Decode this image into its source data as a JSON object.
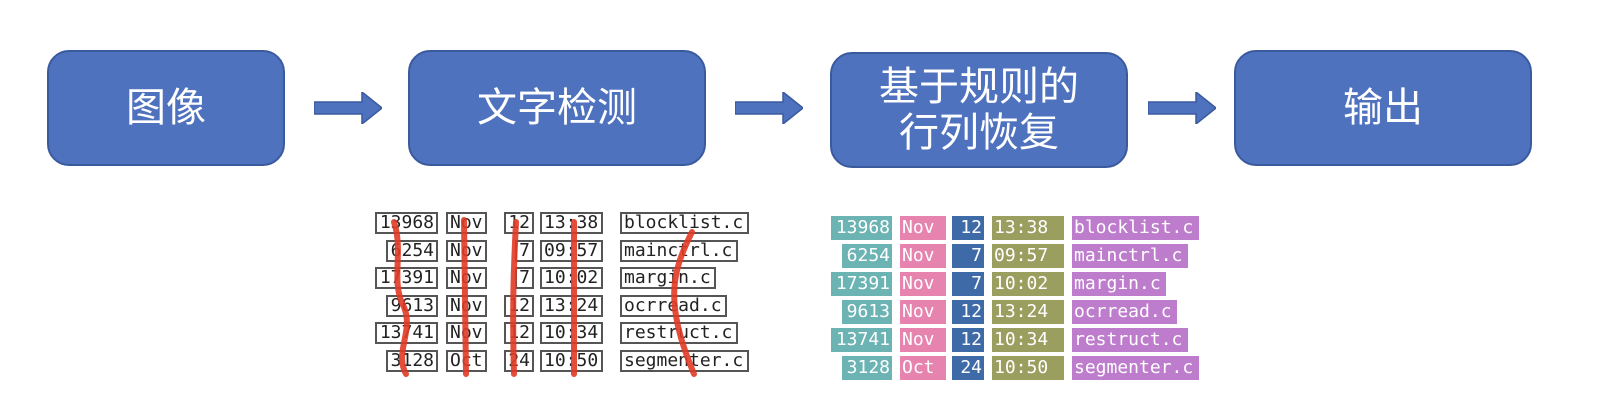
{
  "flow": {
    "steps": [
      {
        "lines": [
          "图像"
        ]
      },
      {
        "lines": [
          "文字检测"
        ]
      },
      {
        "lines": [
          "基于规则的",
          "行列恢复"
        ]
      },
      {
        "lines": [
          "输出"
        ]
      }
    ]
  },
  "table": {
    "rows": [
      [
        "13968",
        "Nov",
        "12",
        "13:38",
        "blocklist.c"
      ],
      [
        "6254",
        "Nov",
        "7",
        "09:57",
        "mainctrl.c"
      ],
      [
        "17391",
        "Nov",
        "7",
        "10:02",
        "margin.c"
      ],
      [
        "9613",
        "Nov",
        "12",
        "13:24",
        "ocrread.c"
      ],
      [
        "13741",
        "Nov",
        "12",
        "10:34",
        "restruct.c"
      ],
      [
        "3128",
        "Oct",
        "24",
        "10:50",
        "segmenter.c"
      ]
    ]
  },
  "colors": {
    "step_fill": "#4f72be",
    "arrow": "#4f72be",
    "detect_line": "#e03a25",
    "column_colors": [
      "#6cb3b4",
      "#e683ae",
      "#3f6aa8",
      "#9a9e5f",
      "#bd7ccc"
    ]
  }
}
